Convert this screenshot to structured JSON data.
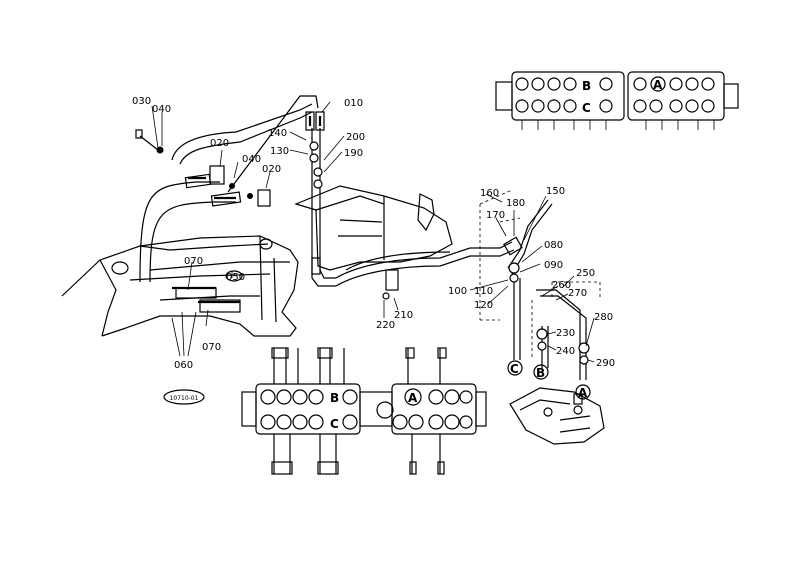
{
  "part_labels": [
    "010",
    "020",
    "020",
    "030",
    "040",
    "040",
    "050",
    "060",
    "070",
    "070",
    "080",
    "090",
    "100",
    "110",
    "120",
    "130",
    "140",
    "150",
    "160",
    "170",
    "180",
    "190",
    "200",
    "210",
    "220",
    "230",
    "240",
    "250",
    "260",
    "270",
    "280",
    "290"
  ],
  "section_letters": [
    "A",
    "B",
    "C"
  ],
  "stamp_text": "10710-01"
}
